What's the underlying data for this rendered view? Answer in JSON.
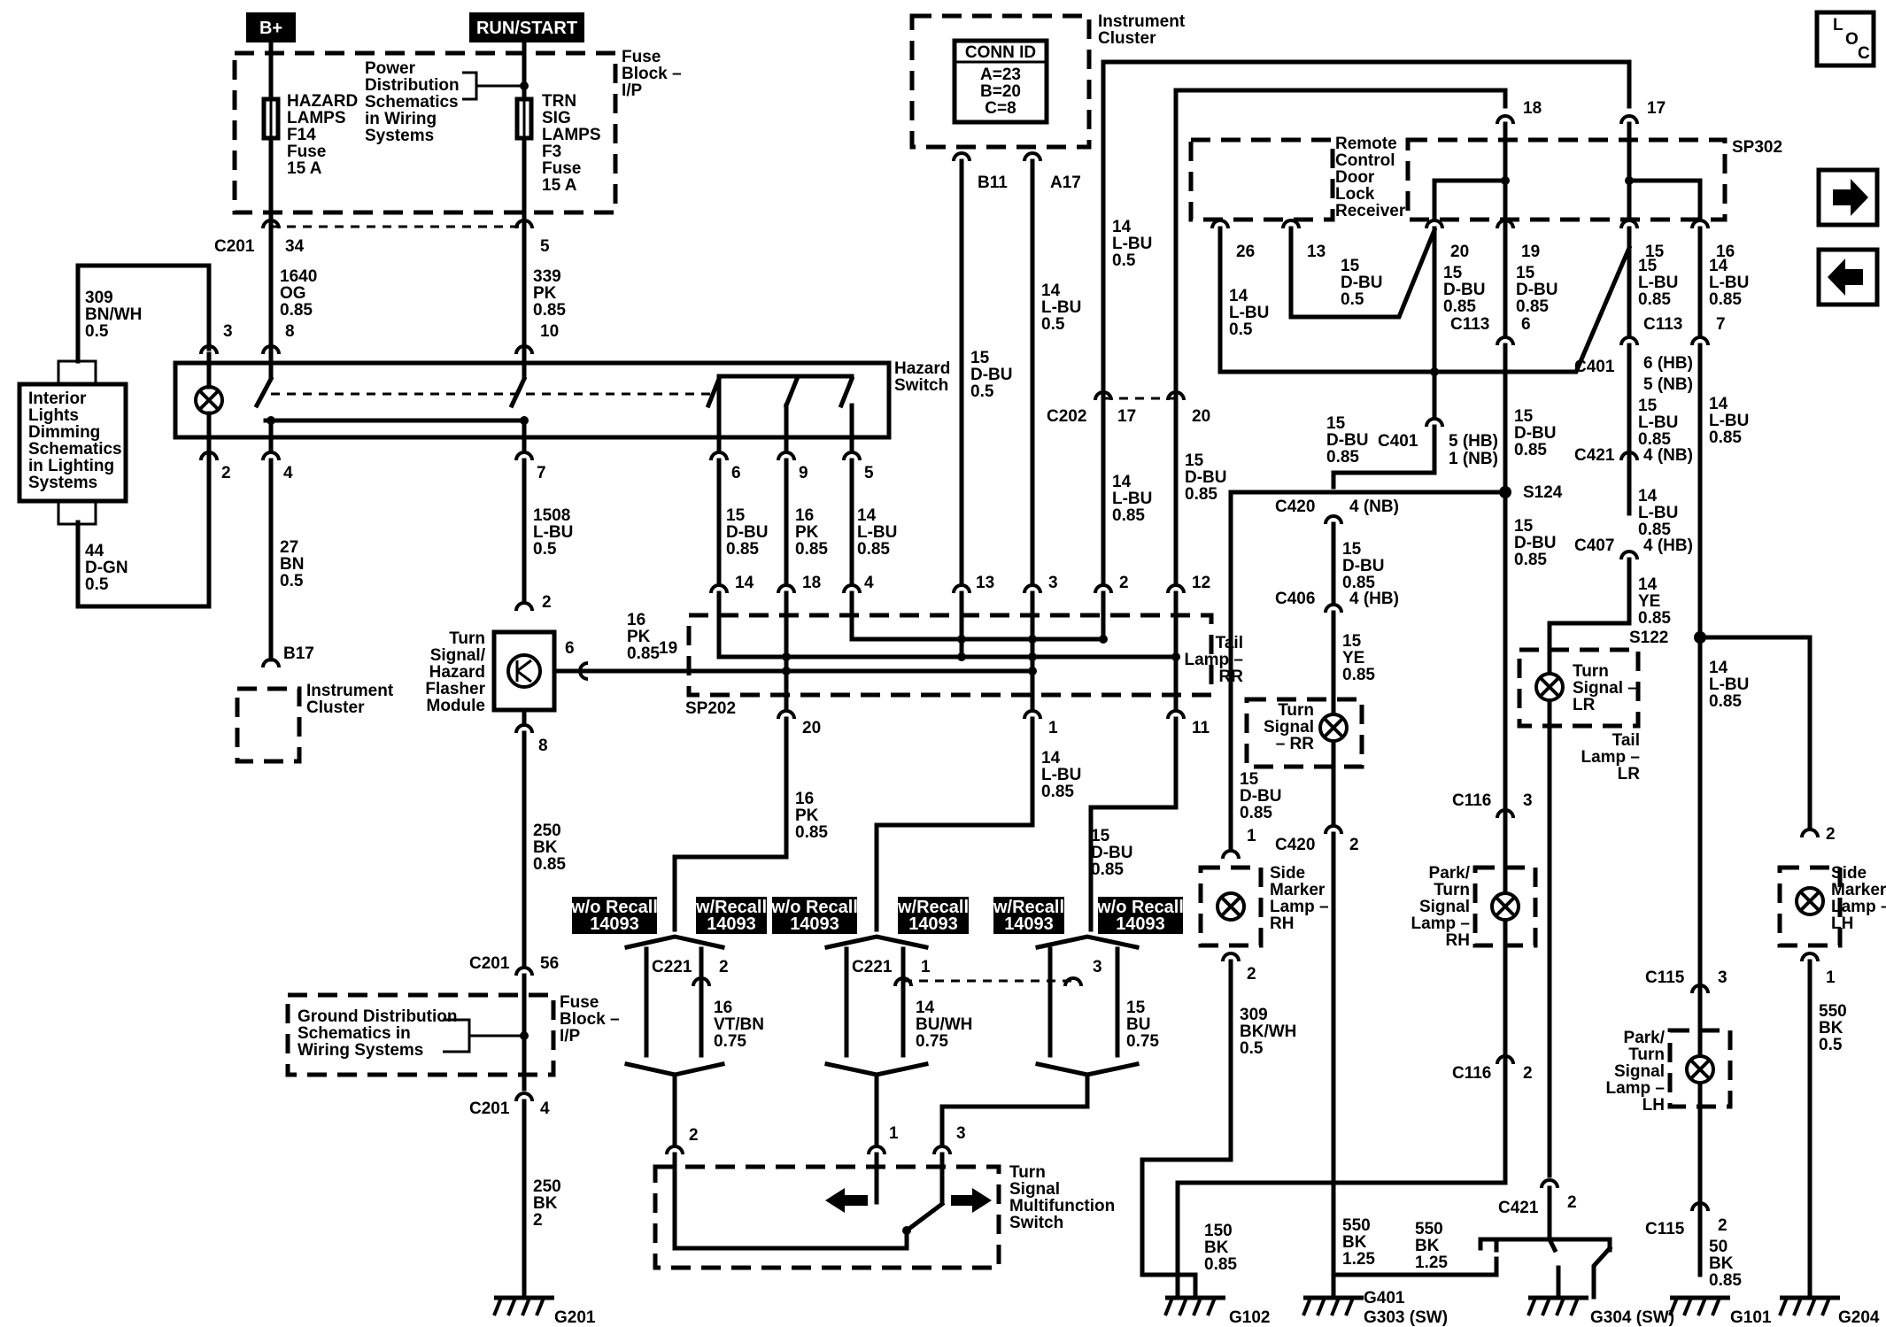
{
  "power": {
    "bplus": "B+",
    "runstart": "RUN/START"
  },
  "fuse_block": {
    "title": [
      "Fuse",
      "Block –",
      "I/P"
    ],
    "hazard_fuse": [
      "HAZARD",
      "LAMPS",
      "F14",
      "Fuse",
      "15 A"
    ],
    "trn_fuse": [
      "TRN",
      "SIG",
      "LAMPS",
      "F3",
      "Fuse",
      "15 A"
    ],
    "power_dist": [
      "Power",
      "Distribution",
      "Schematics",
      "in Wiring",
      "Systems"
    ]
  },
  "instrument_cluster_top": {
    "title": [
      "Instrument",
      "Cluster"
    ],
    "conn_id": [
      "CONN ID",
      "A=23",
      "B=20",
      "C=8"
    ],
    "pins": [
      "B11",
      "A17"
    ]
  },
  "loc": [
    "L",
    "O",
    "C"
  ],
  "nav": {
    "next": "next-arrow-icon",
    "prev": "prev-arrow-icon"
  },
  "hazard_switch": {
    "title": [
      "Hazard",
      "Switch"
    ],
    "top_pins": [
      "3",
      "8",
      "10"
    ],
    "bottom_pins": [
      "2",
      "4",
      "7",
      "6",
      "9",
      "5"
    ]
  },
  "interior_lights": [
    "Interior",
    "Lights",
    "Dimming",
    "Schematics",
    "in Lighting",
    "Systems"
  ],
  "wires": {
    "w309": [
      "309",
      "BN/WH",
      "0.5"
    ],
    "w44": [
      "44",
      "D-GN",
      "0.5"
    ],
    "w1640": [
      "1640",
      "OG",
      "0.85"
    ],
    "w339": [
      "339",
      "PK",
      "0.85"
    ],
    "w27": [
      "27",
      "BN",
      "0.5"
    ],
    "w1508": [
      "1508",
      "L-BU",
      "0.5"
    ],
    "w15dbu_a": [
      "15",
      "D-BU",
      "0.85"
    ],
    "w16pk_a": [
      "16",
      "PK",
      "0.85"
    ],
    "w14lbu_a": [
      "14",
      "L-BU",
      "0.85"
    ],
    "w15dbu_b11": [
      "15",
      "D-BU",
      "0.5"
    ],
    "w14lbu_a17": [
      "14",
      "L-BU",
      "0.5"
    ],
    "w14lbu_top": [
      "14",
      "L-BU",
      "0.5"
    ],
    "w14lbu_c202": [
      "14",
      "L-BU",
      "0.85"
    ],
    "w15dbu_c202": [
      "15",
      "D-BU",
      "0.85"
    ],
    "w16pk_19": [
      "16",
      "PK",
      "0.85"
    ],
    "w250_1": [
      "250",
      "BK",
      "0.85"
    ],
    "w250_2": [
      "250",
      "BK",
      "2"
    ],
    "w16pk_20": [
      "16",
      "PK",
      "0.85"
    ],
    "w14lbu_1": [
      "14",
      "L-BU",
      "0.85"
    ],
    "w15dbu_11": [
      "15",
      "D-BU",
      "0.85"
    ],
    "w16vtbn": [
      "16",
      "VT/BN",
      "0.75"
    ],
    "w14buwh": [
      "14",
      "BU/WH",
      "0.75"
    ],
    "w15bu": [
      "15",
      "BU",
      "0.75"
    ],
    "w14lbu_26": [
      "14",
      "L-BU",
      "0.5"
    ],
    "w15dbu_13": [
      "15",
      "D-BU",
      "0.5"
    ],
    "w15dbu_20": [
      "15",
      "D-BU",
      "0.85"
    ],
    "w15dbu_19": [
      "15",
      "D-BU",
      "0.85"
    ],
    "w15lbu_15": [
      "15",
      "L-BU",
      "0.85"
    ],
    "w14lbu_16": [
      "14",
      "L-BU",
      "0.85"
    ],
    "w15dbu_c401": [
      "15",
      "D-BU",
      "0.85"
    ],
    "w15dbu_c420": [
      "15",
      "D-BU",
      "0.85"
    ],
    "w15dbu_c406": [
      "15",
      "D-BU",
      "0.85"
    ],
    "w15ye": [
      "15",
      "YE",
      "0.85"
    ],
    "w15dbu_s124": [
      "15",
      "D-BU",
      "0.85"
    ],
    "w15dbu_s124b": [
      "15",
      "D-BU",
      "0.85"
    ],
    "w15lbu_c421": [
      "15",
      "L-BU",
      "0.85"
    ],
    "w14lbu_c407": [
      "14",
      "L-BU",
      "0.85"
    ],
    "w14ye": [
      "14",
      "YE",
      "0.85"
    ],
    "w14lbu_s122": [
      "14",
      "L-BU",
      "0.85"
    ],
    "w14lbu_7": [
      "14",
      "L-BU",
      "0.85"
    ],
    "w15dbu_side": [
      "15",
      "D-BU",
      "0.85"
    ],
    "w309bkwh": [
      "309",
      "BK/WH",
      "0.5"
    ],
    "w150": [
      "150",
      "BK",
      "0.85"
    ],
    "w550a": [
      "550",
      "BK",
      "1.25"
    ],
    "w550b": [
      "550",
      "BK",
      "1.25"
    ],
    "w550c": [
      "550",
      "BK",
      "0.5"
    ],
    "w50": [
      "50",
      "BK",
      "0.85"
    ]
  },
  "connectors": {
    "C201": "C201",
    "C202": "C202",
    "C221": "C221",
    "C113": "C113",
    "C401": "C401",
    "C420": "C420",
    "C406": "C406",
    "C421": "C421",
    "C407": "C407",
    "C116": "C116",
    "C115": "C115",
    "SP202": "SP202",
    "SP302": "SP302",
    "S124": "S124",
    "S122": "S122"
  },
  "pins_misc": {
    "p34": "34",
    "p5": "5",
    "p17": "17",
    "p20": "20",
    "p18": "18",
    "p17b": "17",
    "p14": "14",
    "p18b": "18",
    "p4": "4",
    "p13": "13",
    "p3": "3",
    "p2": "2",
    "p12": "12",
    "p6": "6",
    "p19": "19",
    "p8": "8",
    "p20b": "20",
    "p1": "1",
    "p11": "11",
    "p56": "56",
    "p4b": "4",
    "p2b": "2",
    "p1b": "1",
    "p3b": "3",
    "p26": "26",
    "p13b": "13",
    "p20c": "20",
    "p19b": "19",
    "p15": "15",
    "p16": "16",
    "p6b": "6",
    "p7": "7",
    "p5hb": "5 (HB)",
    "p1nb": "1 (NB)",
    "p6hb": "6 (HB)",
    "p5nb": "5 (NB)",
    "p4nb": "4 (NB)",
    "p4nb2": "4 (NB)",
    "p4hb": "4 (HB)",
    "p4hb2": "4 (HB)",
    "p2c": "2",
    "p1c": "1",
    "p2d": "2",
    "p3c": "3",
    "p2e": "2",
    "p2f": "2",
    "p1d": "1",
    "p3d": "3",
    "p2g": "2",
    "p2h": "2",
    "p2i": "2"
  },
  "modules": {
    "flasher": [
      "Turn",
      "Signal/",
      "Hazard",
      "Flasher",
      "Module"
    ],
    "ic_small": [
      "Instrument",
      "Cluster"
    ],
    "ic_pin": "B17",
    "ground_dist": [
      "Ground Distribution",
      "Schematics in",
      "Wiring Systems"
    ],
    "fuse_block2": [
      "Fuse",
      "Block –",
      "I/P"
    ],
    "multifunction": [
      "Turn",
      "Signal",
      "Multifunction",
      "Switch"
    ],
    "remote_door": [
      "Remote",
      "Control",
      "Door",
      "Lock",
      "Receiver"
    ]
  },
  "recall": {
    "b1": [
      "w/o Recall",
      "14093"
    ],
    "b2": [
      "w/Recall",
      "14093"
    ],
    "b3": [
      "w/o Recall",
      "14093"
    ],
    "b4": [
      "w/Recall",
      "14093"
    ],
    "b5": [
      "w/Recall",
      "14093"
    ],
    "b6": [
      "w/o Recall",
      "14093"
    ]
  },
  "lamps": {
    "tail_rr": [
      "Tail",
      "Lamp –",
      "RR"
    ],
    "turn_rr": [
      "Turn",
      "Signal",
      "– RR"
    ],
    "turn_lr": [
      "Turn",
      "Signal –",
      "LR"
    ],
    "tail_lr": [
      "Tail",
      "Lamp –",
      "LR"
    ],
    "side_rh": [
      "Side",
      "Marker",
      "Lamp –",
      "RH"
    ],
    "park_rh": [
      "Park/",
      "Turn",
      "Signal",
      "Lamp –",
      "RH"
    ],
    "side_lh": [
      "Side",
      "Marker",
      "Lamp –",
      "LH"
    ],
    "park_lh": [
      "Park/",
      "Turn",
      "Signal",
      "Lamp –",
      "LH"
    ]
  },
  "grounds": {
    "G201": "G201",
    "G102": "G102",
    "G401": "G401",
    "G303": "G303 (SW)",
    "G304": "G304 (SW)",
    "G101": "G101",
    "G204": "G204"
  }
}
